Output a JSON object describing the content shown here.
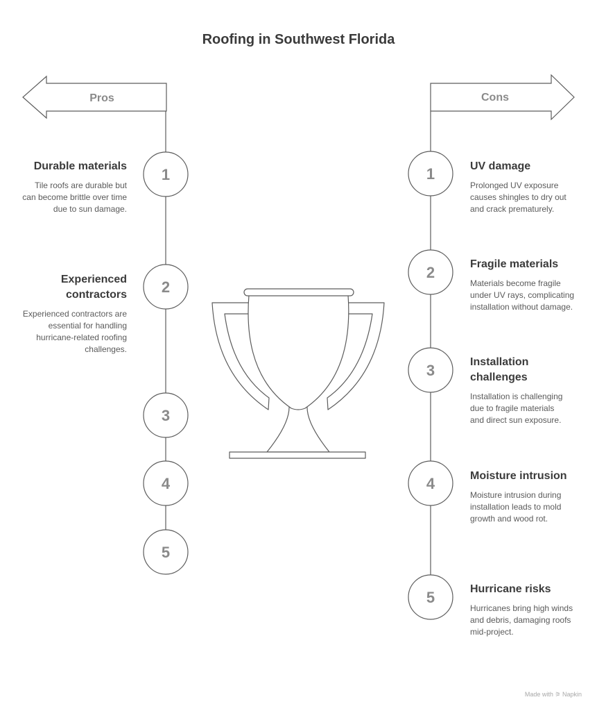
{
  "title": "Roofing in Southwest Florida",
  "pros": {
    "label": "Pros",
    "numbers": [
      "1",
      "2",
      "3",
      "4",
      "5"
    ],
    "items": [
      {
        "title": "Durable materials",
        "desc": "Tile roofs are durable but can become brittle over time due to sun damage."
      },
      {
        "title": "Experienced contractors",
        "desc": "Experienced contractors are essential for handling hurricane-related roofing challenges."
      }
    ]
  },
  "cons": {
    "label": "Cons",
    "numbers": [
      "1",
      "2",
      "3",
      "4",
      "5"
    ],
    "items": [
      {
        "title": "UV damage",
        "desc": "Prolonged UV exposure causes shingles to dry out and crack prematurely."
      },
      {
        "title": "Fragile materials",
        "desc": "Materials become fragile under UV rays, complicating installation without damage."
      },
      {
        "title": "Installation challenges",
        "desc": "Installation is challenging due to fragile materials and direct sun exposure."
      },
      {
        "title": "Moisture intrusion",
        "desc": "Moisture intrusion during installation leads to mold growth and wood rot."
      },
      {
        "title": "Hurricane risks",
        "desc": "Hurricanes bring high winds and debris, damaging roofs mid-project."
      }
    ]
  },
  "footer": "Made with ⚞ Napkin",
  "icons": {
    "center": "trophy-icon"
  },
  "colors": {
    "line": "#5c5c5c",
    "number": "#8a8a8a",
    "text": "#3b3b3b"
  }
}
